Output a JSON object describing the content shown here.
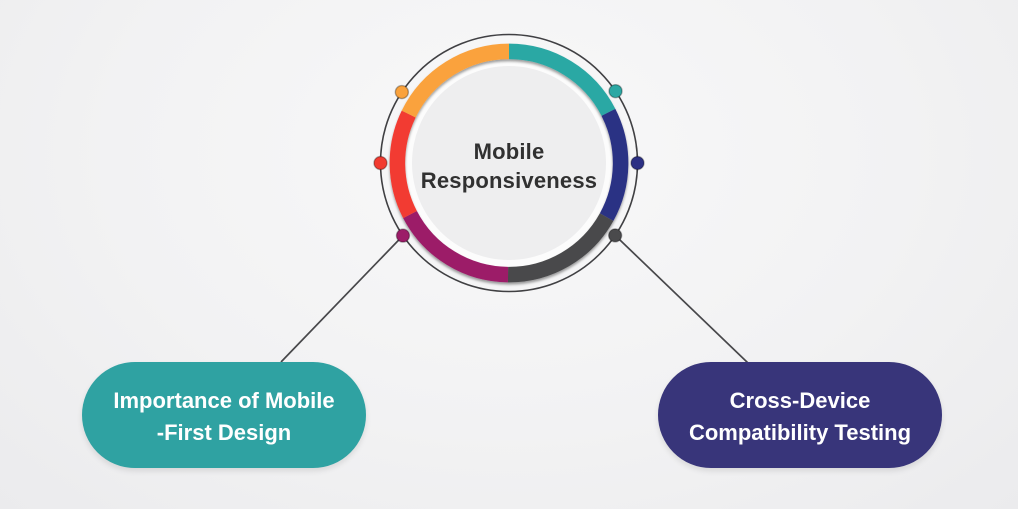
{
  "hub": {
    "title_line1": "Mobile",
    "title_line2": "Responsiveness",
    "text_color": "#313131",
    "inner_fill": "#eeeeef",
    "gap_fill": "#fcfcfc",
    "outline_color": "#404043"
  },
  "ring": {
    "segments": [
      {
        "name": "teal",
        "color": "#2ca8a4",
        "start_deg": 0,
        "end_deg": 63
      },
      {
        "name": "navy",
        "color": "#2c3084",
        "start_deg": 63,
        "end_deg": 119
      },
      {
        "name": "gray",
        "color": "#4a4a4c",
        "start_deg": 119,
        "end_deg": 180.5
      },
      {
        "name": "magenta",
        "color": "#9c1c68",
        "start_deg": 180.5,
        "end_deg": 242.5
      },
      {
        "name": "red",
        "color": "#f23b30",
        "start_deg": 242.5,
        "end_deg": 296
      },
      {
        "name": "orange",
        "color": "#faa23c",
        "start_deg": 296,
        "end_deg": 360
      }
    ],
    "dots": [
      {
        "name": "teal-dot",
        "color": "#2ca8a4",
        "angle_deg": 56
      },
      {
        "name": "navy-dot",
        "color": "#2c3084",
        "angle_deg": 90
      },
      {
        "name": "gray-dot",
        "color": "#4a4a4c",
        "angle_deg": 124.3
      },
      {
        "name": "magenta-dot",
        "color": "#9c1c68",
        "angle_deg": 235.6
      },
      {
        "name": "red-dot",
        "color": "#f23b30",
        "angle_deg": 270
      },
      {
        "name": "orange-dot",
        "color": "#faa23c",
        "angle_deg": 303.5
      }
    ]
  },
  "connectors": {
    "color": "#47474a"
  },
  "nodes": [
    {
      "label_line1": "Importance of Mobile",
      "label_line2": "-First Design",
      "color": "#2fa2a2"
    },
    {
      "label_line1": "Cross-Device",
      "label_line2": "Compatibility Testing",
      "color": "#38357a"
    }
  ]
}
